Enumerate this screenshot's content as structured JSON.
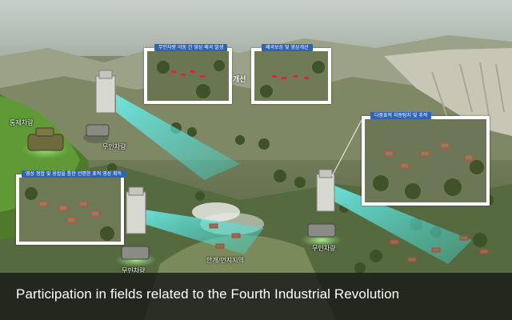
{
  "callouts": {
    "top_left": {
      "label": "무인차량 이동 간 영상 왜곡 발생"
    },
    "top_right": {
      "label": "왜곡보상 및 영상개선"
    },
    "right": {
      "label": "다중표적 자동탐지 및 추적"
    },
    "left": {
      "label": "영상 정합 및 융합을 통한 선명한 표적 영상 획득"
    }
  },
  "arrow_label": "개선",
  "map_labels": {
    "control_vehicle": "통제차량",
    "unmanned_vehicle_1": "무인차량",
    "unmanned_vehicle_2": "무인차량",
    "unmanned_vehicle_3": "무인차량",
    "fog_zone": "안개/먼지지역"
  },
  "caption": "Participation in fields related to the Fourth Industrial Revolution"
}
